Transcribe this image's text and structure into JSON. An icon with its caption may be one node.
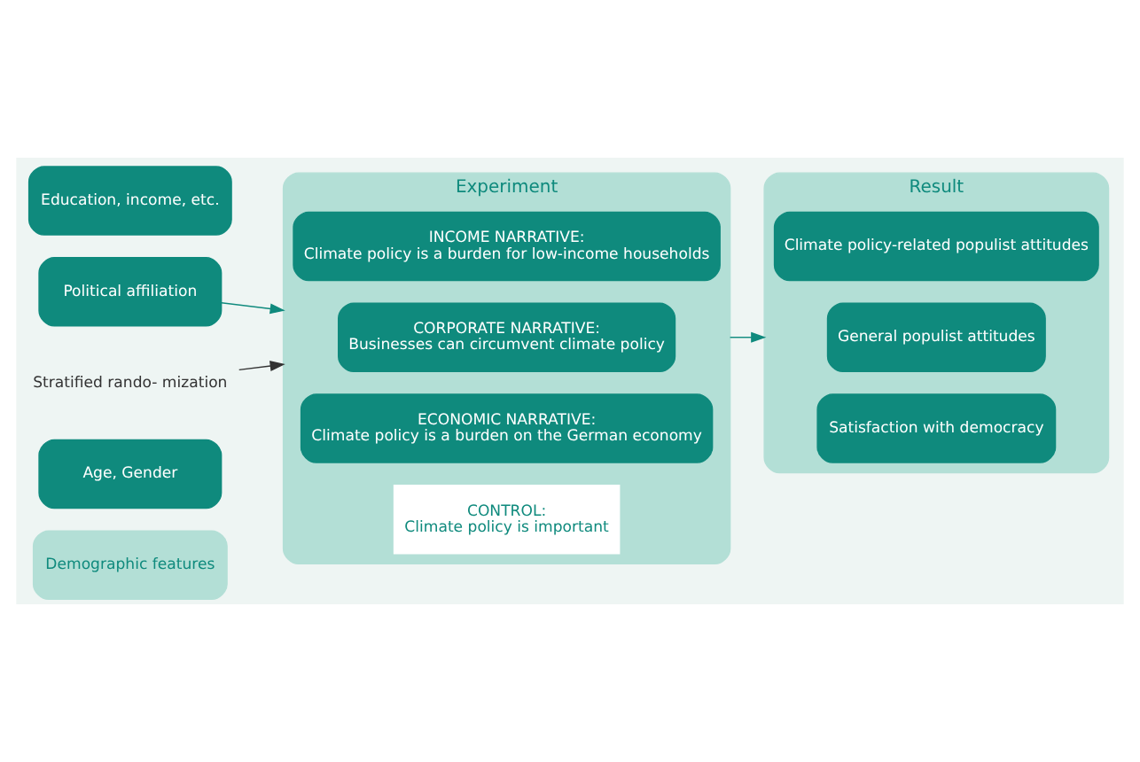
{
  "diagram": {
    "nodes": [
      {
        "text": [
          "Demographic features"
        ]
      },
      {
        "text": [
          "Age, Gender"
        ]
      },
      {
        "text": [
          "Political affiliation"
        ]
      },
      {
        "text": [
          "Education, income, etc."
        ]
      },
      {
        "text": [
          "Experiment"
        ]
      },
      {
        "text": [
          "INCOME NARRATIVE:",
          "Climate policy is a burden for low-income households"
        ],
        "in": 4
      },
      {
        "text": [
          "CORPORATE NARRATIVE:",
          "Businesses can circumvent climate policy"
        ],
        "in": 4
      },
      {
        "text": [
          "ECONOMIC NARRATIVE:",
          "Climate policy is a burden on the German economy"
        ],
        "in": 4
      },
      {
        "text": [
          "CONTROL:",
          "Climate policy is important"
        ],
        "in": 4
      },
      {
        "text": [
          "Result"
        ]
      },
      {
        "text": [
          "Climate policy-related populist attitudes"
        ],
        "in": 9
      },
      {
        "text": [
          "General populist attitudes"
        ],
        "in": 9
      },
      {
        "text": [
          "Satisfaction with democracy"
        ],
        "in": 9
      },
      {
        "text": [
          "Stratified rando- mization"
        ]
      }
    ],
    "edges": [
      {
        "from": 2,
        "to": 4,
        "arrow": "to"
      },
      {
        "from": 4,
        "to": 9,
        "arrow": "to"
      },
      {
        "from": 13,
        "to": 4,
        "arrow": "to",
        "color": "#333333"
      }
    ]
  }
}
